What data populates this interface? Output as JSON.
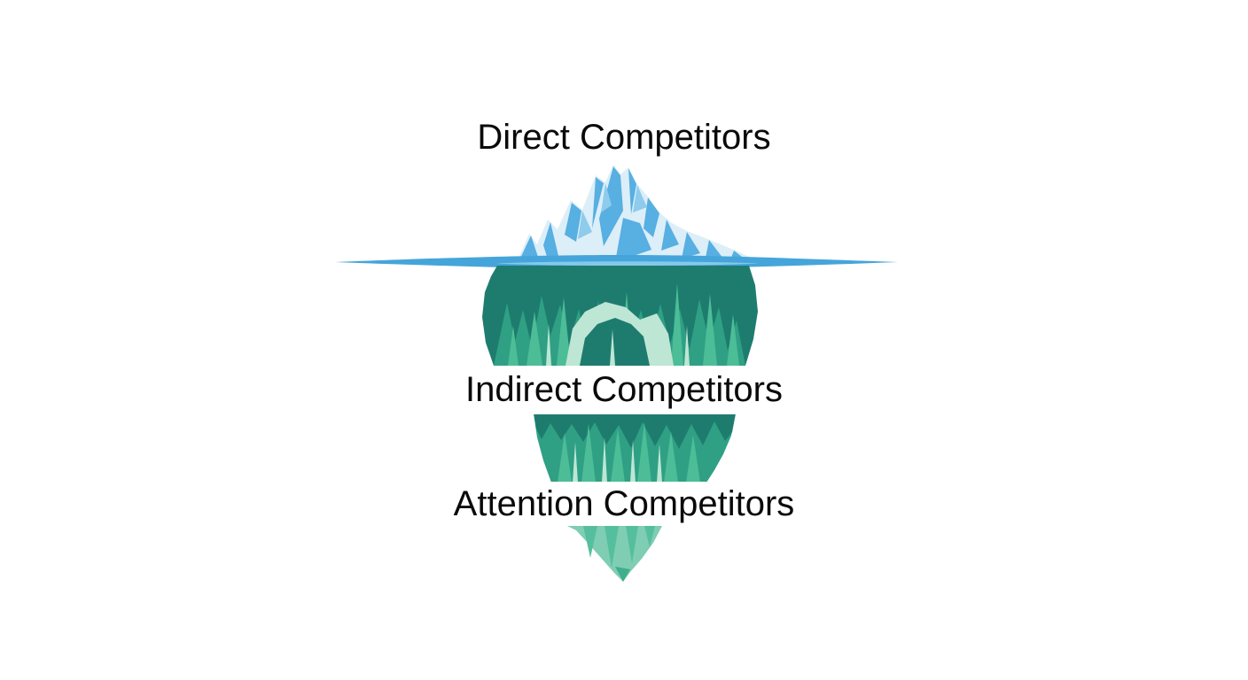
{
  "diagram": {
    "type": "iceberg",
    "layers": [
      {
        "id": "direct",
        "label": "Direct Competitors"
      },
      {
        "id": "indirect",
        "label": "Indirect Competitors"
      },
      {
        "id": "attention",
        "label": "Attention Competitors"
      }
    ],
    "colors": {
      "background": "#ffffff",
      "text": "#0a0a0a",
      "ice_pale": "#dceef8",
      "ice_blue": "#57afe2",
      "ice_blue_light": "#8fcbec",
      "water_line": "#45a5da",
      "water_line_light": "#84c9ec",
      "deep_dark": "#1e7c6f",
      "deep_medium": "#2fa084",
      "deep_light": "#4cbd97",
      "deep_pale": "#bee6d5",
      "tip_base": "#7fcdb3",
      "tip_medium": "#55bf9d",
      "tip_dark": "#3fae8d"
    }
  }
}
